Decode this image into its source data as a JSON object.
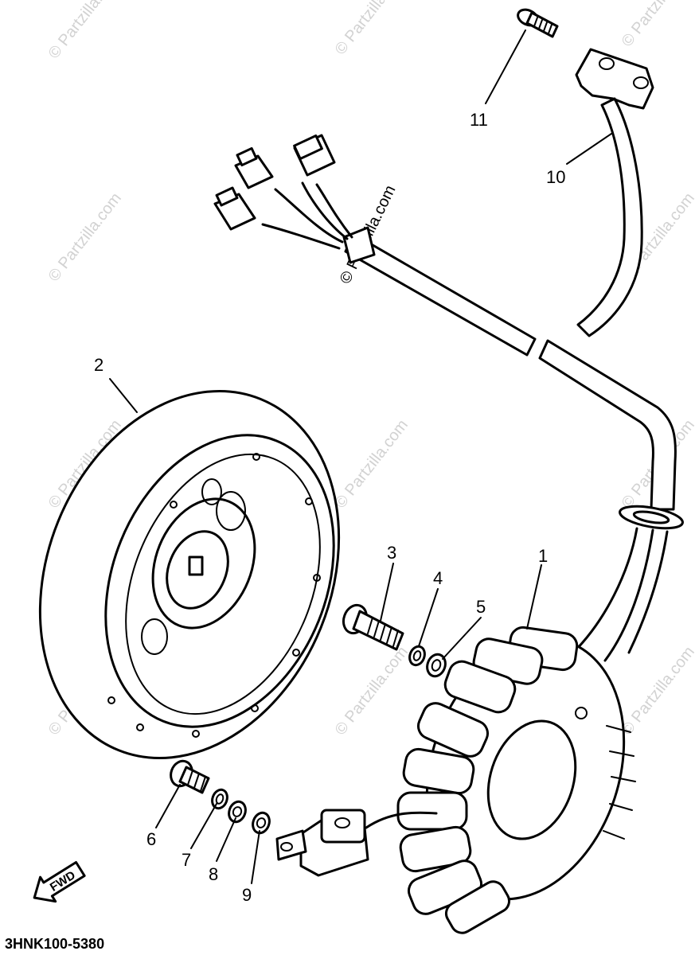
{
  "diagram_code": "3HNK100-5380",
  "watermark_text": "© Partzilla.com",
  "direction_label": "FWD",
  "callouts": [
    {
      "id": "1",
      "label": "1"
    },
    {
      "id": "2",
      "label": "2"
    },
    {
      "id": "3",
      "label": "3"
    },
    {
      "id": "4",
      "label": "4"
    },
    {
      "id": "5",
      "label": "5"
    },
    {
      "id": "6",
      "label": "6"
    },
    {
      "id": "7",
      "label": "7"
    },
    {
      "id": "8",
      "label": "8"
    },
    {
      "id": "9",
      "label": "9"
    },
    {
      "id": "10",
      "label": "10"
    },
    {
      "id": "11",
      "label": "11"
    }
  ]
}
